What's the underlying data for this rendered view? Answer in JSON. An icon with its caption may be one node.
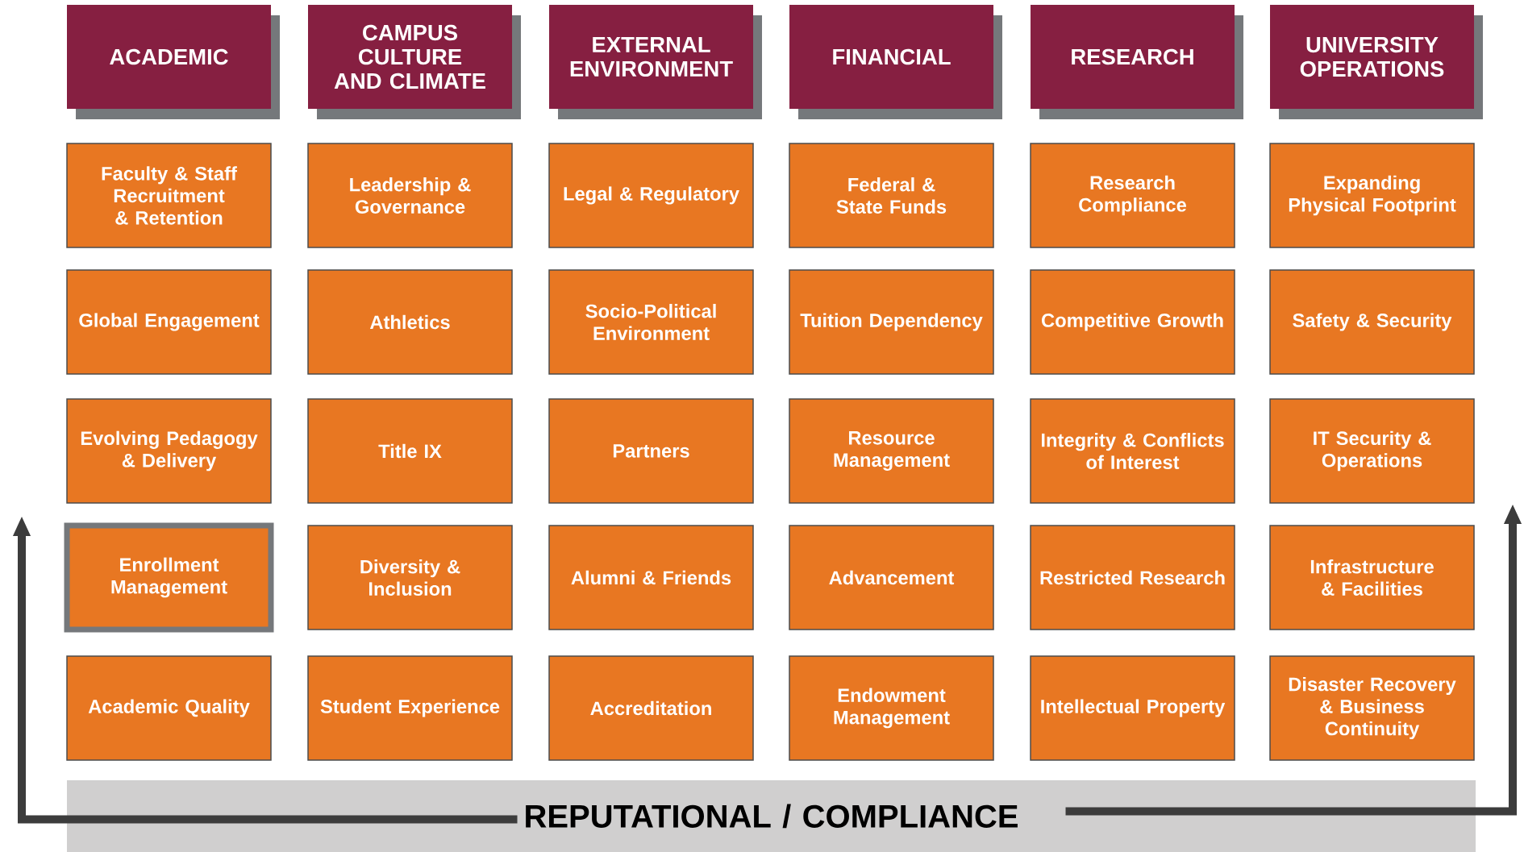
{
  "diagram": {
    "nodes": [
      {
        "text": [
          "ACADEMIC"
        ]
      },
      {
        "text": [
          "CAMPUS CULTURE AND CLIMATE"
        ]
      },
      {
        "text": [
          "EXTERNAL ENVIRONMENT"
        ]
      },
      {
        "text": [
          "FINANCIAL"
        ]
      },
      {
        "text": [
          "RESEARCH"
        ]
      },
      {
        "text": [
          "UNIVERSITY OPERATIONS"
        ]
      },
      {
        "text": [
          "Faculty & Staff Recruitment & Retention"
        ]
      },
      {
        "text": [
          "Leadership & Governance"
        ]
      },
      {
        "text": [
          "Legal & Regulatory"
        ]
      },
      {
        "text": [
          "Federal & State Funds"
        ]
      },
      {
        "text": [
          "Research Compliance"
        ]
      },
      {
        "text": [
          "Expanding Physical Footprint"
        ]
      },
      {
        "text": [
          "Global Engagement"
        ]
      },
      {
        "text": [
          "Athletics"
        ]
      },
      {
        "text": [
          "Socio-Political Environment"
        ]
      },
      {
        "text": [
          "Tuition Dependency"
        ]
      },
      {
        "text": [
          "Competitive Growth"
        ]
      },
      {
        "text": [
          "Safety & Security"
        ]
      },
      {
        "text": [
          "Evolving Pedagogy & Delivery"
        ]
      },
      {
        "text": [
          "Title IX"
        ]
      },
      {
        "text": [
          "Partners"
        ]
      },
      {
        "text": [
          "Resource Management"
        ]
      },
      {
        "text": [
          "Integrity & Conflicts of Interest"
        ]
      },
      {
        "text": [
          "IT Security & Operations"
        ]
      },
      {
        "text": [
          "Enrollment Management"
        ]
      },
      {
        "text": [
          "Diversity & Inclusion"
        ]
      },
      {
        "text": [
          "Alumni & Friends"
        ]
      },
      {
        "text": [
          "Advancement"
        ]
      },
      {
        "text": [
          "Restricted Research"
        ]
      },
      {
        "text": [
          "Infrastructure & Facilities"
        ]
      },
      {
        "text": [
          "Academic Quality"
        ]
      },
      {
        "text": [
          "Student Experience"
        ]
      },
      {
        "text": [
          "Accreditation"
        ]
      },
      {
        "text": [
          "Endowment Management"
        ]
      },
      {
        "text": [
          "Intellectual Property"
        ]
      },
      {
        "text": [
          "Disaster Recovery & Business Continuity"
        ]
      },
      {
        "text": [
          "REPUTATIONAL / COMPLIANCE"
        ]
      }
    ],
    "edges": [
      {
        "from": 36,
        "to": null,
        "arrow": "to"
      },
      {
        "from": 36,
        "to": null,
        "arrow": "to"
      }
    ]
  }
}
